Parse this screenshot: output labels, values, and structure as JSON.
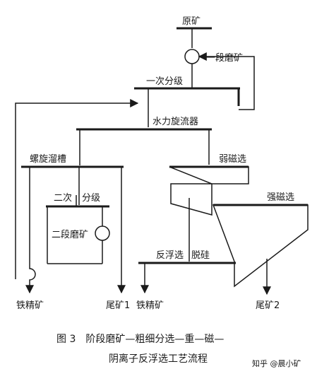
{
  "labels": {
    "raw_ore": "原矿",
    "stage1_grinding": "一段磨矿",
    "primary_classification": "一次分级",
    "hydrocyclone": "水力旋流器",
    "spiral_chute": "螺旋溜槽",
    "weak_magnetic": "弱磁选",
    "secondary_classification_a": "二次",
    "secondary_classification_b": "分级",
    "stage2_grinding": "二段磨矿",
    "strong_magnetic": "强磁选",
    "reverse_flotation": "反浮选",
    "desilication": "脱硅",
    "iron_concentrate_left": "铁精矿",
    "tailings_1": "尾矿1",
    "iron_concentrate_right": "铁精矿",
    "tailings_2": "尾矿2"
  },
  "caption": {
    "line1": "图 3　阶段磨矿—粗细分选—重—磁—",
    "line2": "阴离子反浮选工艺流程"
  },
  "watermark": "知乎 @晨小矿"
}
